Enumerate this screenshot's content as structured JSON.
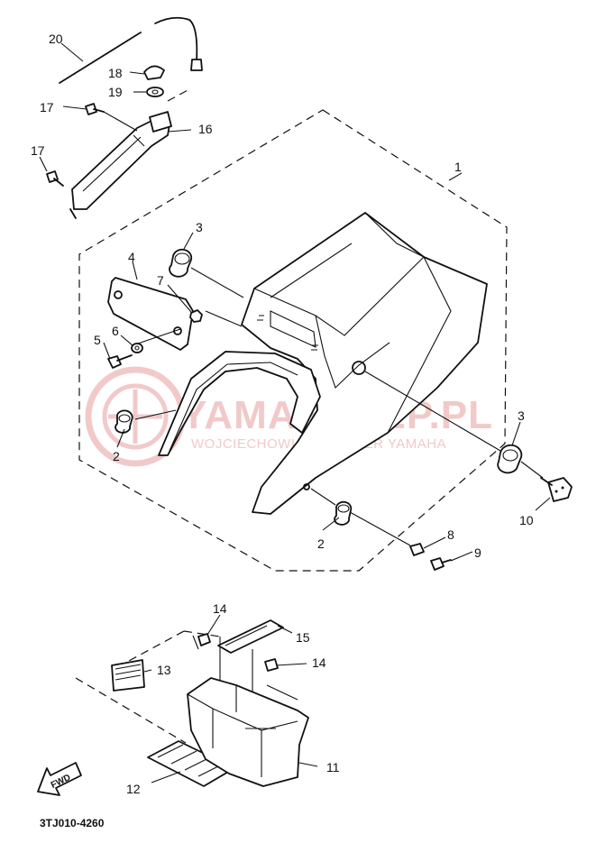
{
  "watermark": {
    "brand": "YAMASKLEP.PL",
    "subtitle": "WOJCIECHOWICZ I DEALER YAMAHA",
    "color": "#f2c9c9"
  },
  "labels": {
    "p1": "1",
    "p2a": "2",
    "p2b": "2",
    "p3a": "3",
    "p3b": "3",
    "p4": "4",
    "p5": "5",
    "p6": "6",
    "p7": "7",
    "p8": "8",
    "p9": "9",
    "p10": "10",
    "p11": "11",
    "p12": "12",
    "p13": "13",
    "p14a": "14",
    "p14b": "14",
    "p15": "15",
    "p16": "16",
    "p17a": "17",
    "p17b": "17",
    "p18": "18",
    "p19": "19",
    "p20": "20"
  },
  "fwd_label": "FWD",
  "diagram_code": "3TJ010-4260"
}
